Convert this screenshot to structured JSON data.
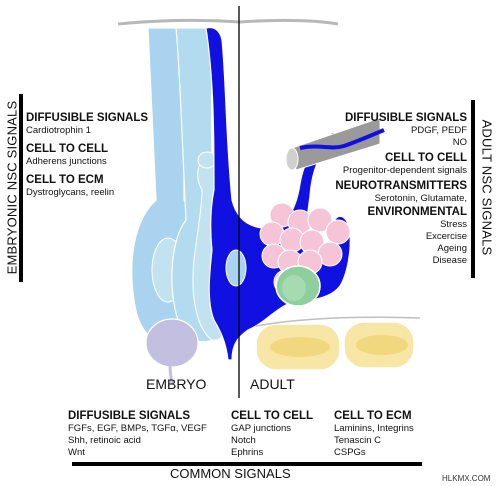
{
  "colors": {
    "light_blue": "#a9d3ee",
    "pale_blue": "#c3e2ef",
    "dark_blue": "#1010e0",
    "lavender": "#c3bfe0",
    "pink": "#f5c4d6",
    "green": "#8fcf9d",
    "yellow": "#f7e6a6",
    "gray": "#9a9a9a"
  },
  "left_vertical_label": "EMBRYONIC NSC SIGNALS",
  "right_vertical_label": "ADULT NSC SIGNALS",
  "embryonic": [
    {
      "header": "DIFFUSIBLE SIGNALS",
      "items": [
        "Cardiotrophin 1"
      ]
    },
    {
      "header": "CELL TO CELL",
      "items": [
        "Adherens junctions"
      ]
    },
    {
      "header": "CELL TO ECM",
      "items": [
        "Dystroglycans, reelin"
      ]
    }
  ],
  "adult": [
    {
      "header": "DIFFUSIBLE SIGNALS",
      "items": [
        "PDGF, PEDF",
        "NO"
      ]
    },
    {
      "header": "CELL TO CELL",
      "items": [
        "Progenitor-dependent signals"
      ]
    },
    {
      "header": "NEUROTRANSMITTERS",
      "items": [
        "Serotonin, Glutamate,"
      ]
    },
    {
      "header": "ENVIRONMENTAL",
      "items": [
        "Stress",
        "Excercise",
        "Ageing",
        "Disease"
      ]
    }
  ],
  "stage_labels": {
    "embryo": "EMBRYO",
    "adult": "ADULT"
  },
  "common": [
    {
      "header": "DIFFUSIBLE SIGNALS",
      "items": [
        "FGFs, EGF, BMPs, TGFα, VEGF",
        "Shh, retinoic acid",
        "Wnt"
      ]
    },
    {
      "header": "CELL TO CELL",
      "items": [
        "GAP junctions",
        "Notch",
        "Ephrins"
      ]
    },
    {
      "header": "CELL TO ECM",
      "items": [
        "Laminins, Integrins",
        "Tenascin C",
        "CSPGs"
      ]
    }
  ],
  "common_label": "COMMON SIGNALS",
  "watermark": "HLKMX.COM"
}
